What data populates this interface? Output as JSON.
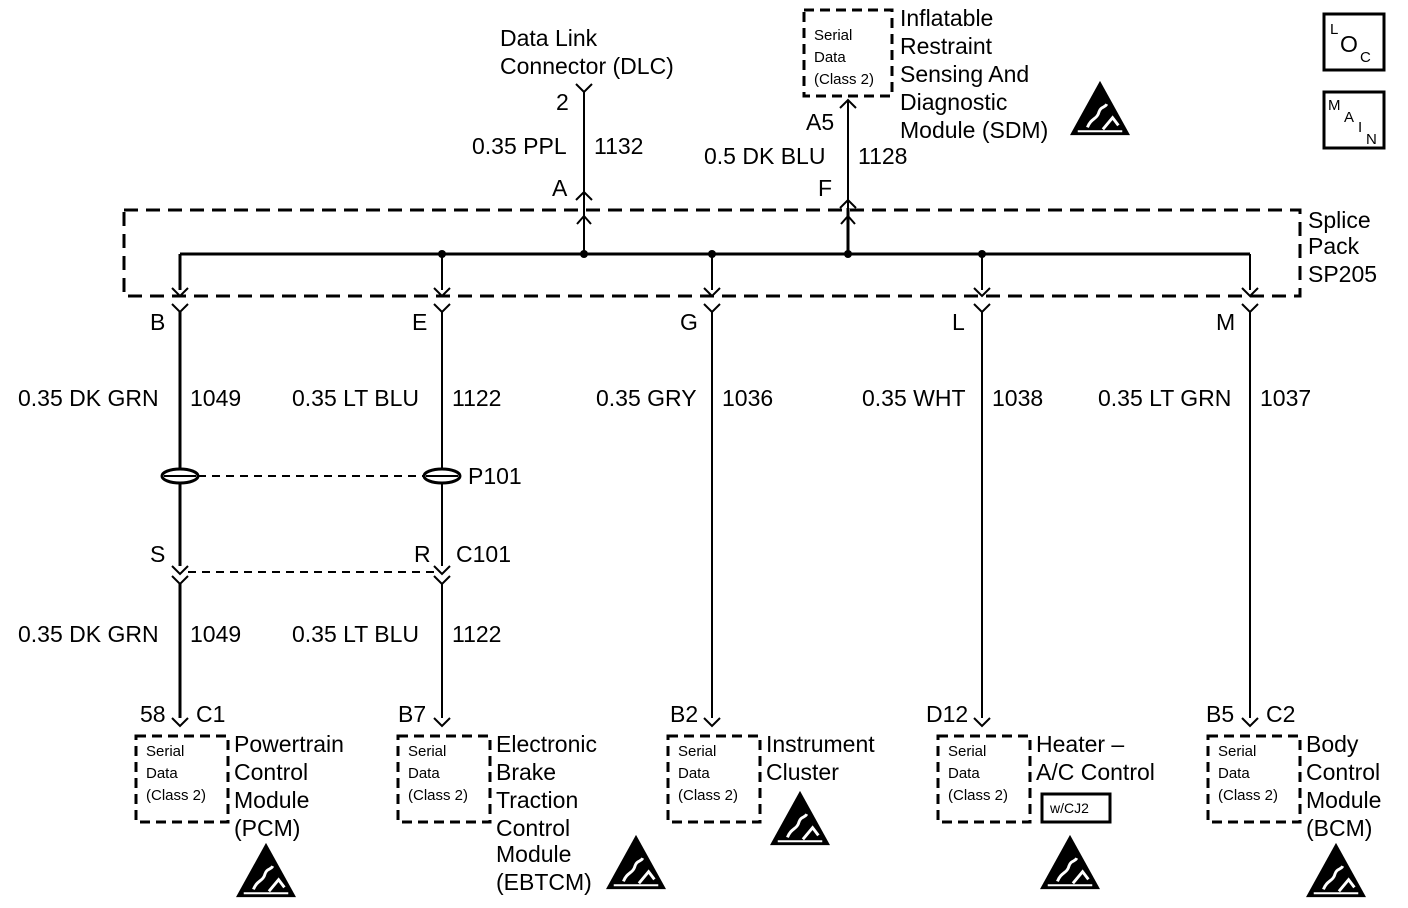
{
  "dlc": {
    "name_line1": "Data Link",
    "name_line2": "Connector (DLC)",
    "pin": "2",
    "wire_gauge_color": "0.35 PPL",
    "circuit": "1132",
    "splice_terminal": "A"
  },
  "sdm": {
    "name_lines": [
      "Inflatable",
      "Restraint",
      "Sensing And",
      "Diagnostic",
      "Module (SDM)"
    ],
    "serial_lines": [
      "Serial",
      "Data",
      "(Class 2)"
    ],
    "pin": "A5",
    "wire_gauge_color": "0.5 DK BLU",
    "circuit": "1128",
    "splice_terminal": "F"
  },
  "splice_pack": {
    "name_lines": [
      "Splice",
      "Pack",
      "SP205"
    ]
  },
  "legend_boxes": {
    "loc": [
      "L",
      "O",
      "C"
    ],
    "main": [
      "M",
      "A",
      "I",
      "N"
    ]
  },
  "branches": [
    {
      "terminal": "B",
      "upper_wire": "0.35 DK GRN",
      "upper_circuit": "1049",
      "inline_terminal": "S",
      "lower_wire": "0.35 DK GRN",
      "lower_circuit": "1049",
      "module_pin": "58",
      "module_connector": "C1",
      "serial_lines": [
        "Serial",
        "Data",
        "(Class 2)"
      ],
      "module_lines": [
        "Powertrain",
        "Control",
        "Module",
        "(PCM)"
      ]
    },
    {
      "terminal": "E",
      "upper_wire": "0.35 LT BLU",
      "upper_circuit": "1122",
      "inline_terminal": "R",
      "lower_wire": "0.35 LT BLU",
      "lower_circuit": "1122",
      "module_pin": "B7",
      "module_connector": "",
      "serial_lines": [
        "Serial",
        "Data",
        "(Class 2)"
      ],
      "module_lines": [
        "Electronic",
        "Brake",
        "Traction",
        "Control",
        "Module",
        "(EBTCM)"
      ]
    },
    {
      "terminal": "G",
      "upper_wire": "0.35 GRY",
      "upper_circuit": "1036",
      "module_pin": "B2",
      "module_connector": "",
      "serial_lines": [
        "Serial",
        "Data",
        "(Class 2)"
      ],
      "module_lines": [
        "Instrument",
        "Cluster"
      ]
    },
    {
      "terminal": "L",
      "upper_wire": "0.35 WHT",
      "upper_circuit": "1038",
      "module_pin": "D12",
      "module_connector": "",
      "serial_lines": [
        "Serial",
        "Data",
        "(Class 2)"
      ],
      "module_lines": [
        "Heater –",
        "A/C Control"
      ],
      "option_tag": "w/CJ2"
    },
    {
      "terminal": "M",
      "upper_wire": "0.35 LT GRN",
      "upper_circuit": "1037",
      "module_pin": "B5",
      "module_connector": "C2",
      "serial_lines": [
        "Serial",
        "Data",
        "(Class 2)"
      ],
      "module_lines": [
        "Body",
        "Control",
        "Module",
        "(BCM)"
      ]
    }
  ],
  "pass_through": {
    "grommet_label": "P101",
    "connector_label": "C101"
  },
  "esd_symbol_icon": "esd-warning-icon"
}
